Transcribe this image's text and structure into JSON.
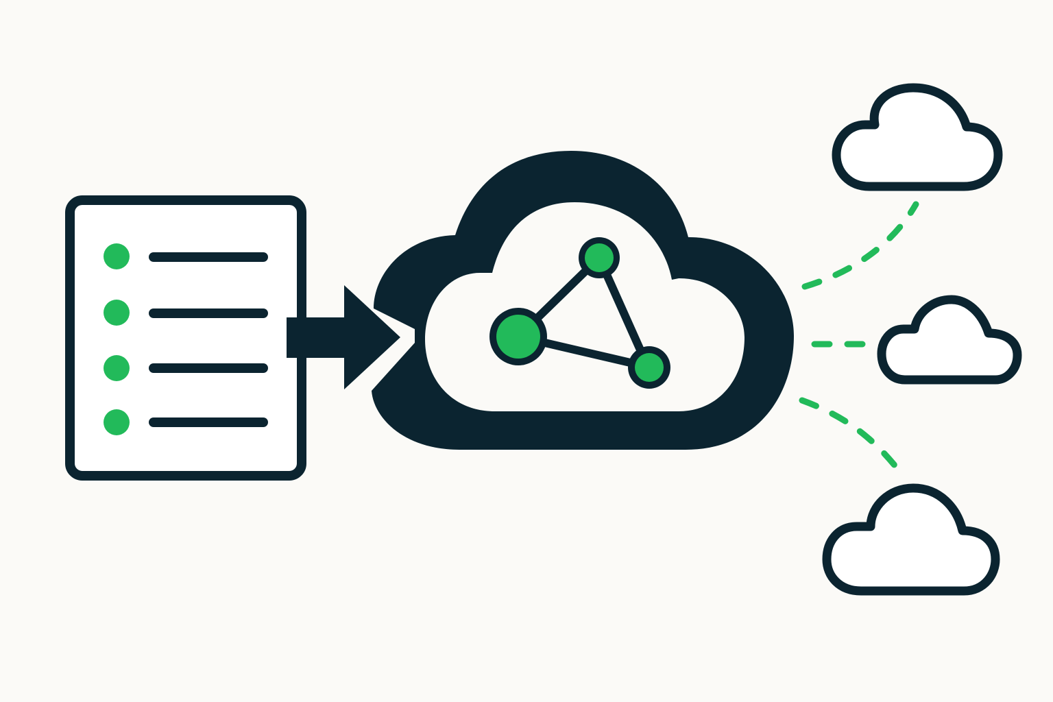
{
  "colors": {
    "background": "#FBFAF7",
    "ink": "#0B2430",
    "accent": "#22BA5A",
    "fill": "#FFFFFF"
  },
  "diagram": {
    "source": {
      "icon": "list-document-icon",
      "item_count": 4,
      "item_marker_color": "#22BA5A"
    },
    "connector": {
      "icon": "arrow-right-icon"
    },
    "hub": {
      "icon": "cloud-network-icon",
      "network_node_count": 3
    },
    "targets": {
      "icon": "cloud-outline-icon",
      "count": 3,
      "link_style": "dashed",
      "link_color": "#22BA5A"
    }
  }
}
